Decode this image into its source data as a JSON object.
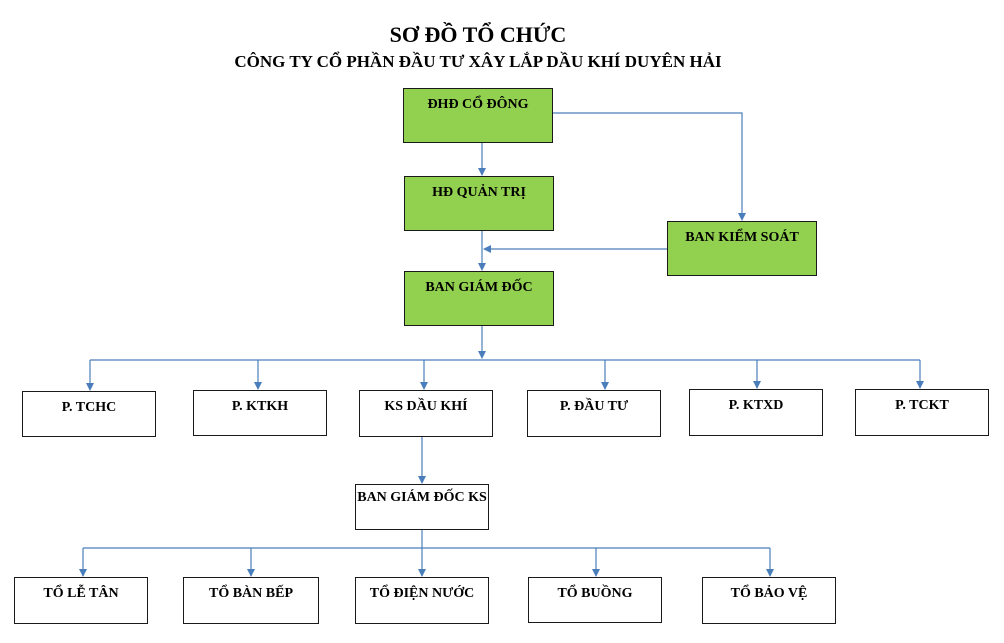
{
  "title": "SƠ ĐỒ TỔ CHỨC",
  "subtitle": "CÔNG TY CỔ PHẦN ĐẦU TƯ XÂY LẮP DẦU KHÍ DUYÊN HẢI",
  "colors": {
    "management_fill": "#92d050",
    "unit_fill": "#ffffff",
    "connector": "#4a7ebb"
  },
  "nodes": {
    "shareholders": "ĐHĐ CỔ ĐÔNG",
    "board": "HĐ QUẢN TRỊ",
    "supervisory": "BAN KIỂM SOÁT",
    "directors": "BAN GIÁM ĐỐC",
    "departments": [
      "P. TCHC",
      "P. KTKH",
      "KS DẦU KHÍ",
      "P. ĐẦU TƯ",
      "P. KTXD",
      "P. TCKT"
    ],
    "hotel_directors": "BAN GIÁM ĐỐC KS",
    "teams": [
      "TỔ LỄ TÂN",
      "TỔ BÀN BẾP",
      "TỔ ĐIỆN NƯỚC",
      "TỔ BUỒNG",
      "TỔ BẢO VỆ"
    ]
  }
}
